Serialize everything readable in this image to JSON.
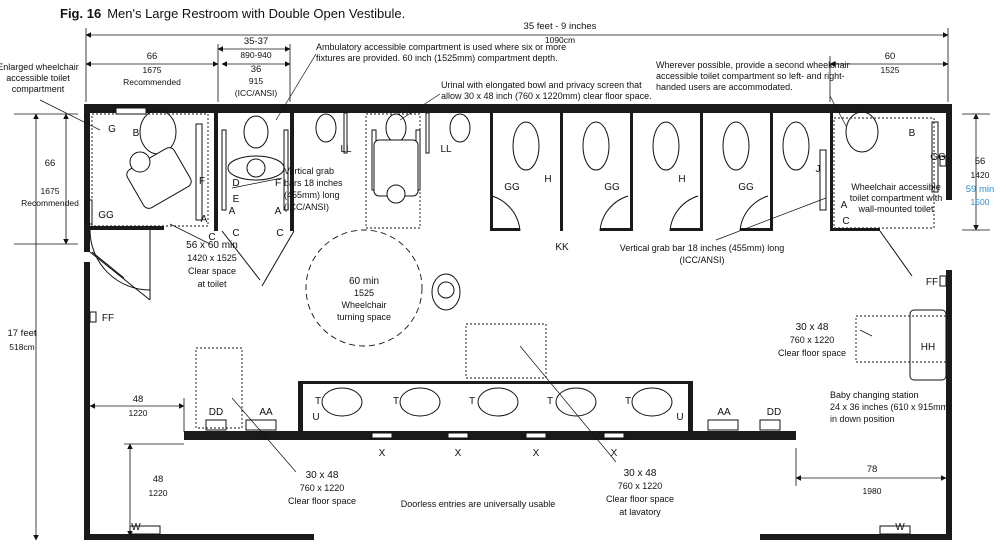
{
  "title": {
    "fig": "Fig. 16",
    "text": "Men's Large Restroom with Double Open Vestibule."
  },
  "dimensions": {
    "overall_width": "35 feet - 9 inches",
    "overall_width_metric": "1090cm",
    "left_comp_width": "66",
    "left_comp_width_metric": "1675",
    "left_comp_note": "Recommended",
    "amb_depth_range": "35-37",
    "amb_depth_range_metric": "890-940",
    "amb_width": "36",
    "amb_width_metric": "915",
    "amb_width_note": "(ICC/ANSI)",
    "right_comp_width": "60",
    "right_comp_width_metric": "1525",
    "left_depth": "66",
    "left_depth_metric": "1675",
    "left_depth_note": "Recommended",
    "room_depth": "17 feet",
    "room_depth_metric": "518cm",
    "right_depth": "56",
    "right_depth_metric": "1420",
    "right_depth_min": "59 min",
    "right_depth_min_metric": "1500",
    "entry_width": "48",
    "entry_width_metric": "1220",
    "entry_depth": "48",
    "entry_depth_metric": "1220",
    "right_entry": "78",
    "right_entry_metric": "1980"
  },
  "notes": {
    "enlarged_comp": [
      "Enlarged wheelchair",
      "accessible toilet",
      "compartment"
    ],
    "ambulatory": [
      "Ambulatory accessible compartment is used where six or more",
      "fixtures are provided. 60 inch (1525mm) compartment depth."
    ],
    "urinal": [
      "Urinal with elongated bowl and privacy screen that",
      "allow 30 x 48 inch (760 x 1220mm) clear floor space."
    ],
    "second_comp": [
      "Wherever possible, provide a second wheelchair",
      "accessible toilet compartment so left- and right-",
      "handed users are accommodated."
    ],
    "vertical_grab_left": [
      "Vertical grab",
      "bars 18 inches",
      "(455mm) long",
      "(ICC/ANSI)"
    ],
    "vertical_grab_right": [
      "Vertical grab bar 18 inches (455mm) long",
      "(ICC/ANSI)"
    ],
    "wall_mounted": [
      "Wheelchair accessible",
      "toilet compartment with",
      "wall-mounted toilet"
    ],
    "clear_toilet": [
      "56 x 60 min",
      "1420 x 1525",
      "Clear space",
      "at toilet"
    ],
    "turning": [
      "60 min",
      "1525",
      "Wheelchair",
      "turning space"
    ],
    "clear_floor_right": [
      "30 x 48",
      "760 x 1220",
      "Clear floor space"
    ],
    "baby": [
      "Baby changing station",
      "24 x 36 inches (610 x 915mm)",
      "in down position"
    ],
    "clear_floor_left": [
      "30 x 48",
      "760 x 1220",
      "Clear floor space"
    ],
    "clear_lavatory": [
      "30 x 48",
      "760 x 1220",
      "Clear floor space",
      "at lavatory"
    ],
    "doorless": "Doorless entries are universally usable"
  },
  "labels": {
    "A": "A",
    "B": "B",
    "C": "C",
    "D": "D",
    "E": "E",
    "F": "F",
    "G": "G",
    "J": "J",
    "H": "H",
    "GG": "GG",
    "LL": "LL",
    "KK": "KK",
    "FF": "FF",
    "HH": "HH",
    "DD": "DD",
    "AA": "AA",
    "T": "T",
    "U": "U",
    "X": "X",
    "W": "W"
  },
  "colors": {
    "ink": "#111111",
    "wall": "#1a1a1a",
    "metric_blue": "#2a8fd0"
  }
}
